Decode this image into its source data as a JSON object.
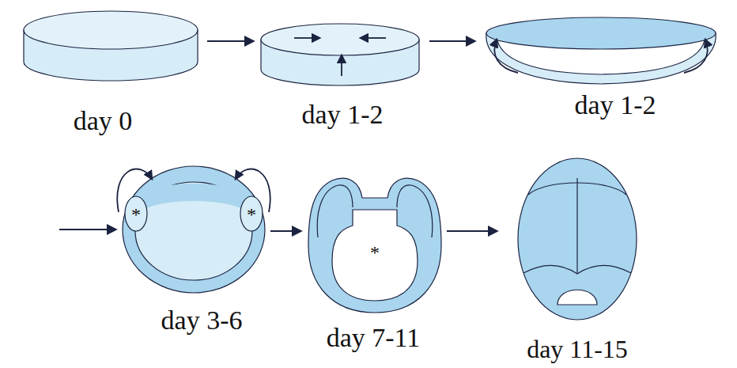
{
  "diagram": {
    "labels": [
      "day 0",
      "day 1-2",
      "day 1-2",
      "*",
      "*",
      "day 3-6",
      "*",
      "day 7-11",
      "day 11-15"
    ]
  }
}
